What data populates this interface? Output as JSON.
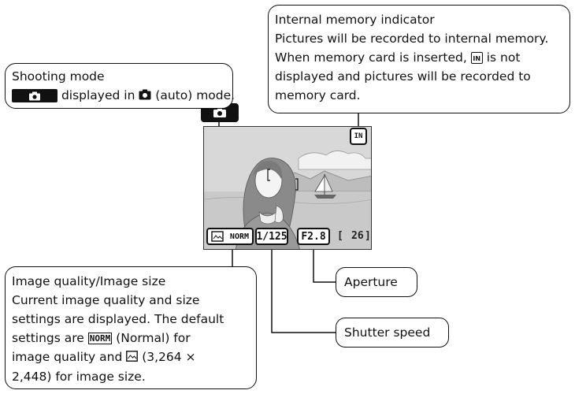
{
  "callouts": {
    "shooting_mode": {
      "title": "Shooting mode",
      "line2_rest": "displayed in",
      "line2_suffix": "(auto) mode."
    },
    "internal_memory": {
      "title": "Internal memory indicator",
      "line2": "Pictures will be recorded to internal memory.",
      "line3_prefix": "When memory card is inserted,",
      "line3_suffix": "is not",
      "line4": "displayed and pictures will be recorded to",
      "line5": "memory card."
    },
    "image_quality": {
      "title": "Image quality/Image size",
      "line2": "Current image quality and size",
      "line3": "settings are displayed. The default",
      "line4_prefix": "settings are",
      "line4_suffix": "(Normal) for",
      "line5_prefix": "image quality and",
      "line5_suffix": "(3,264 ×",
      "line6": "2,448) for image size."
    },
    "aperture": {
      "label": "Aperture"
    },
    "shutter_speed": {
      "label": "Shutter speed"
    }
  },
  "screen": {
    "quality_text": "NORM",
    "shutter_value": "1/125",
    "aperture_value": "F2.8",
    "exposures_remaining": "26",
    "memory_icon_text": "IN"
  },
  "icons": {
    "shooting_mode": "camera-icon",
    "internal_memory": "internal-memory-icon",
    "image_size": "image-size-icon",
    "normal_quality": "norm-quality-icon"
  }
}
